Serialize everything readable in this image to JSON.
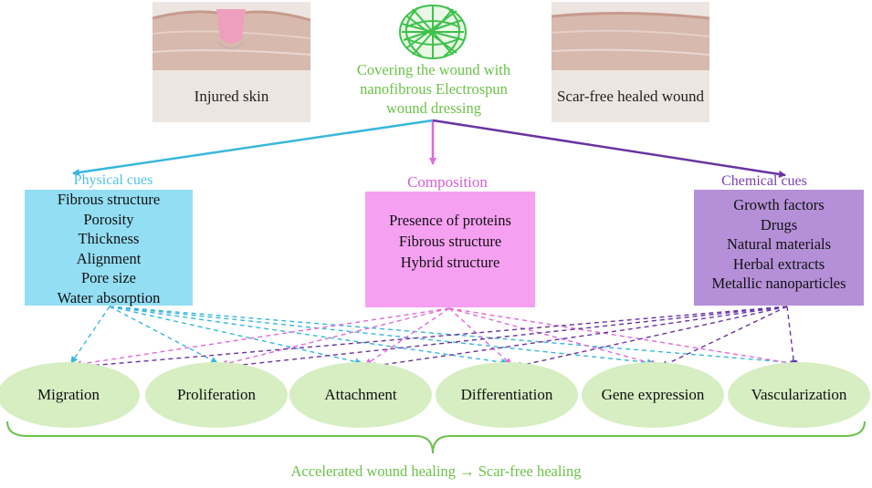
{
  "panels": {
    "injured_label": "Injured skin",
    "healed_label": "Scar-free healed wound"
  },
  "cover": {
    "line1": "Covering the wound with",
    "line2": "nanofibrous Electrospun",
    "line3": "wound dressing"
  },
  "cues": [
    {
      "title": "Physical cues",
      "color": "#4fc3e3",
      "items": [
        "Fibrous structure",
        "Porosity",
        "Thickness",
        "Alignment",
        "Pore size",
        "Water absorption"
      ]
    },
    {
      "title": "Composition",
      "color": "#d65fd4",
      "items": [
        "Presence of proteins",
        "Fibrous structure",
        "Hybrid structure"
      ]
    },
    {
      "title": "Chemical cues",
      "color": "#7b3fb0",
      "items": [
        "Growth factors",
        "Drugs",
        "Natural materials",
        "Herbal extracts",
        "Metallic nanoparticles"
      ]
    }
  ],
  "outcomes": [
    "Migration",
    "Proliferation",
    "Attachment",
    "Differentiation",
    "Gene expression",
    "Vascularization"
  ],
  "footer": "Accelerated wound healing → Scar-free healing",
  "colors": {
    "green": "#6cc24a",
    "physical_arrow": "#39b7dc",
    "composition_arrow": "#de6adb",
    "chemical_arrow": "#6a33a3",
    "ellipse_fill": "#d6eec2"
  }
}
